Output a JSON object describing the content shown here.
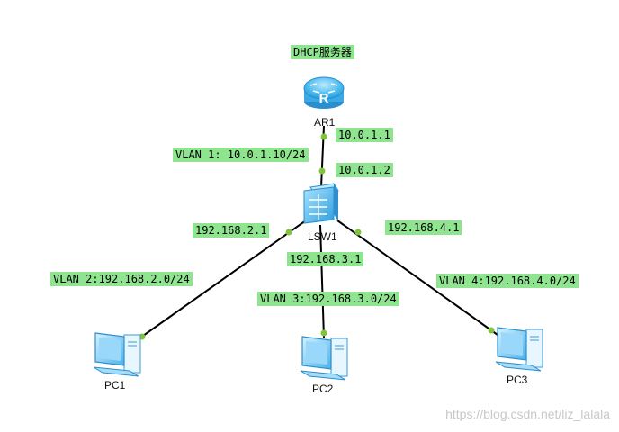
{
  "server_label": "DHCP服务器",
  "devices": {
    "router": {
      "name": "AR1"
    },
    "switch": {
      "name": "LSW1"
    },
    "pc1": {
      "name": "PC1"
    },
    "pc2": {
      "name": "PC2"
    },
    "pc3": {
      "name": "PC3"
    }
  },
  "addresses": {
    "router_port": "10.0.1.1",
    "switch_uplink": "10.0.1.2",
    "vlan1": "VLAN 1: 10.0.1.10/24",
    "gw_vlan2": "192.168.2.1",
    "gw_vlan3": "192.168.3.1",
    "gw_vlan4": "192.168.4.1",
    "vlan2": "VLAN 2:192.168.2.0/24",
    "vlan3": "VLAN 3:192.168.3.0/24",
    "vlan4": "VLAN 4:192.168.4.0/24"
  },
  "watermark": "https://blog.csdn.net/liz_lalala",
  "colors": {
    "label_bg": "#8fe48f",
    "port_dot": "#7fc43a",
    "device_blue": "#3fb4ee"
  }
}
